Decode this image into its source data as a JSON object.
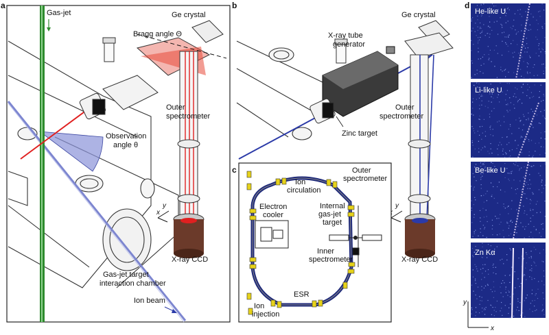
{
  "panel_a": {
    "letter": "a",
    "labels": {
      "gas_jet": "Gas-jet",
      "bragg_angle": "Bragg angle Θ",
      "ge_crystal": "Ge crystal",
      "outer_spectrometer": [
        "Outer",
        "spectrometer"
      ],
      "observation_angle": [
        "Observation",
        "angle θ"
      ],
      "chamber": [
        "Gas-jet target",
        "interaction chamber"
      ],
      "ion_beam": "Ion beam",
      "xray_ccd": "X-ray CCD",
      "axis_y": "y",
      "axis_x": "x"
    }
  },
  "panel_b": {
    "letter": "b",
    "labels": {
      "ge_crystal": "Ge crystal",
      "xray_tube": [
        "X-ray tube",
        "generator"
      ],
      "outer_spectrometer": [
        "Outer",
        "spectrometer"
      ],
      "zinc_target": "Zinc target",
      "xray_ccd": "X-ray CCD",
      "axis_y": "y",
      "axis_x": "x"
    }
  },
  "panel_c": {
    "letter": "c",
    "labels": {
      "outer_spectrometer": [
        "Outer",
        "spectrometer"
      ],
      "ion_circulation": [
        "Ion",
        "circulation"
      ],
      "electron_cooler": [
        "Electron",
        "cooler"
      ],
      "internal_target": [
        "Internal",
        "gas-jet",
        "target"
      ],
      "inner_spectrometer": [
        "Inner",
        "spectrometer"
      ],
      "esr": "ESR",
      "ion_injection": [
        "Ion",
        "injection"
      ]
    }
  },
  "panel_d": {
    "letter": "d",
    "spectra": [
      {
        "label": "He-like U"
      },
      {
        "label": "Li-like U"
      },
      {
        "label": "Be-like U"
      },
      {
        "label": "Zn Kα"
      }
    ],
    "axis_y": "y",
    "axis_x": "x"
  },
  "colors": {
    "gas_jet": "#2e8b2e",
    "red_beam": "#e02020",
    "blue_beam": "#2b3aa8",
    "ion_beam": "#7d86d0",
    "detector_bg": "#1c2a86",
    "ccd": "#6b3a2a",
    "ring": "#1f2a7a",
    "magnet": "#e6d21a"
  }
}
